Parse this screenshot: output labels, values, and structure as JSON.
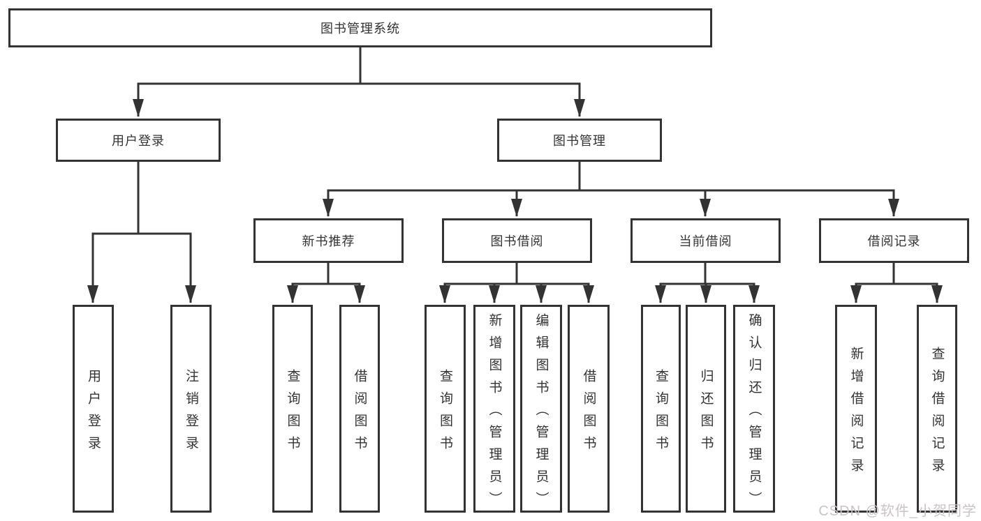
{
  "diagram": {
    "type": "tree",
    "title": "图书管理系统",
    "root": {
      "label": "图书管理系统",
      "children": [
        {
          "label": "用户登录",
          "children": [
            {
              "label": "用户登录"
            },
            {
              "label": "注销登录"
            }
          ]
        },
        {
          "label": "图书管理",
          "children": [
            {
              "label": "新书推荐",
              "children": [
                {
                  "label": "查询图书"
                },
                {
                  "label": "借阅图书"
                }
              ]
            },
            {
              "label": "图书借阅",
              "children": [
                {
                  "label": "查询图书"
                },
                {
                  "label": "新增图书（管理员）"
                },
                {
                  "label": "编辑图书（管理员）"
                },
                {
                  "label": "借阅图书"
                }
              ]
            },
            {
              "label": "当前借阅",
              "children": [
                {
                  "label": "查询图书"
                },
                {
                  "label": "归还图书"
                },
                {
                  "label": "确认归还（管理员）"
                }
              ]
            },
            {
              "label": "借阅记录",
              "children": [
                {
                  "label": "新增借阅记录"
                },
                {
                  "label": "查询借阅记录"
                }
              ]
            }
          ]
        }
      ]
    }
  },
  "watermark": {
    "text": "CSDN @软件_小贺同学"
  },
  "colors": {
    "line": "#333333",
    "box_border": "#333333",
    "box_fill": "#ffffff",
    "text": "#333333",
    "watermark_text": "#ccc3c3"
  }
}
